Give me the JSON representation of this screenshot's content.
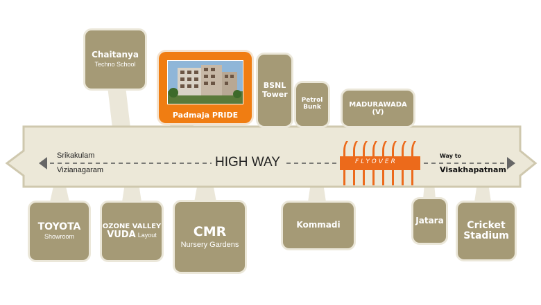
{
  "colors": {
    "landmark": "#a59a76",
    "highlight": "#f07d12",
    "road": "#ece8d8",
    "road_border": "#cfc8ae"
  },
  "highway": {
    "label": "HIGH WAY",
    "left_destinations": [
      "Srikakulam",
      "Vizianagaram"
    ],
    "right_top": "Way to",
    "right_bottom": "Visakhapatnam",
    "flyover_label": "FLYOVER"
  },
  "highlight": {
    "name": "Padmaja PRIDE",
    "icon": "building-photo"
  },
  "landmarks_top": [
    {
      "title": "Chaitanya",
      "subtitle": "Techno School"
    },
    {
      "title": "BSNL Tower",
      "title_line2": ""
    },
    {
      "title": "Petrol",
      "title_line2": "Bunk"
    },
    {
      "title": "MADURAWADA (V)"
    }
  ],
  "landmarks_bottom": [
    {
      "title": "TOYOTA",
      "subtitle": "Showroom"
    },
    {
      "title": "OZONE VALLEY",
      "title_line2": "VUDA",
      "subtitle": "Layout"
    },
    {
      "title": "CMR",
      "subtitle": "Nursery Gardens"
    },
    {
      "title": "Kommadi"
    },
    {
      "title": "Jatara"
    },
    {
      "title": "Cricket",
      "title_line2": "Stadium"
    }
  ]
}
